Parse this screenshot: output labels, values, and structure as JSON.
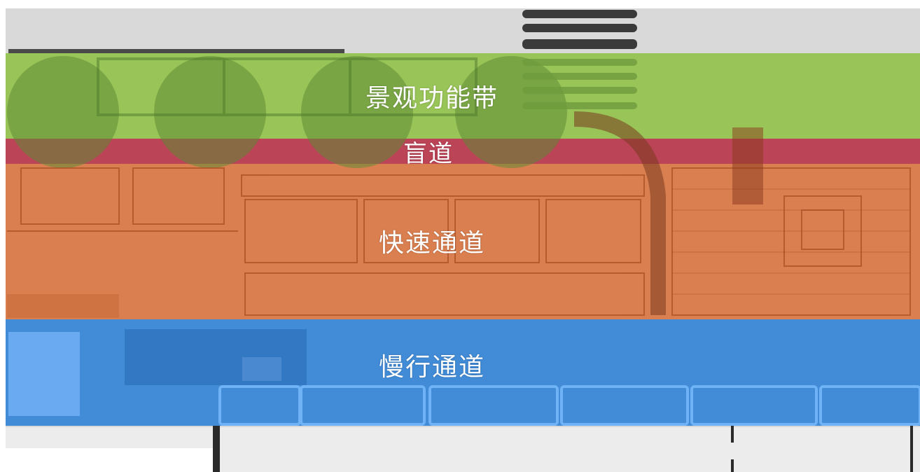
{
  "colors": {
    "landscape_band": "#8fc046",
    "blind_band": "#b5233a",
    "fast_band": "#d96b32",
    "slow_band": "#2b7fd6",
    "background": "#d7d7d7"
  },
  "bands": {
    "landscape": {
      "label": "景观功能带"
    },
    "blind": {
      "label": "盲道"
    },
    "fast": {
      "label": "快速通道"
    },
    "slow": {
      "label": "慢行通道"
    }
  }
}
